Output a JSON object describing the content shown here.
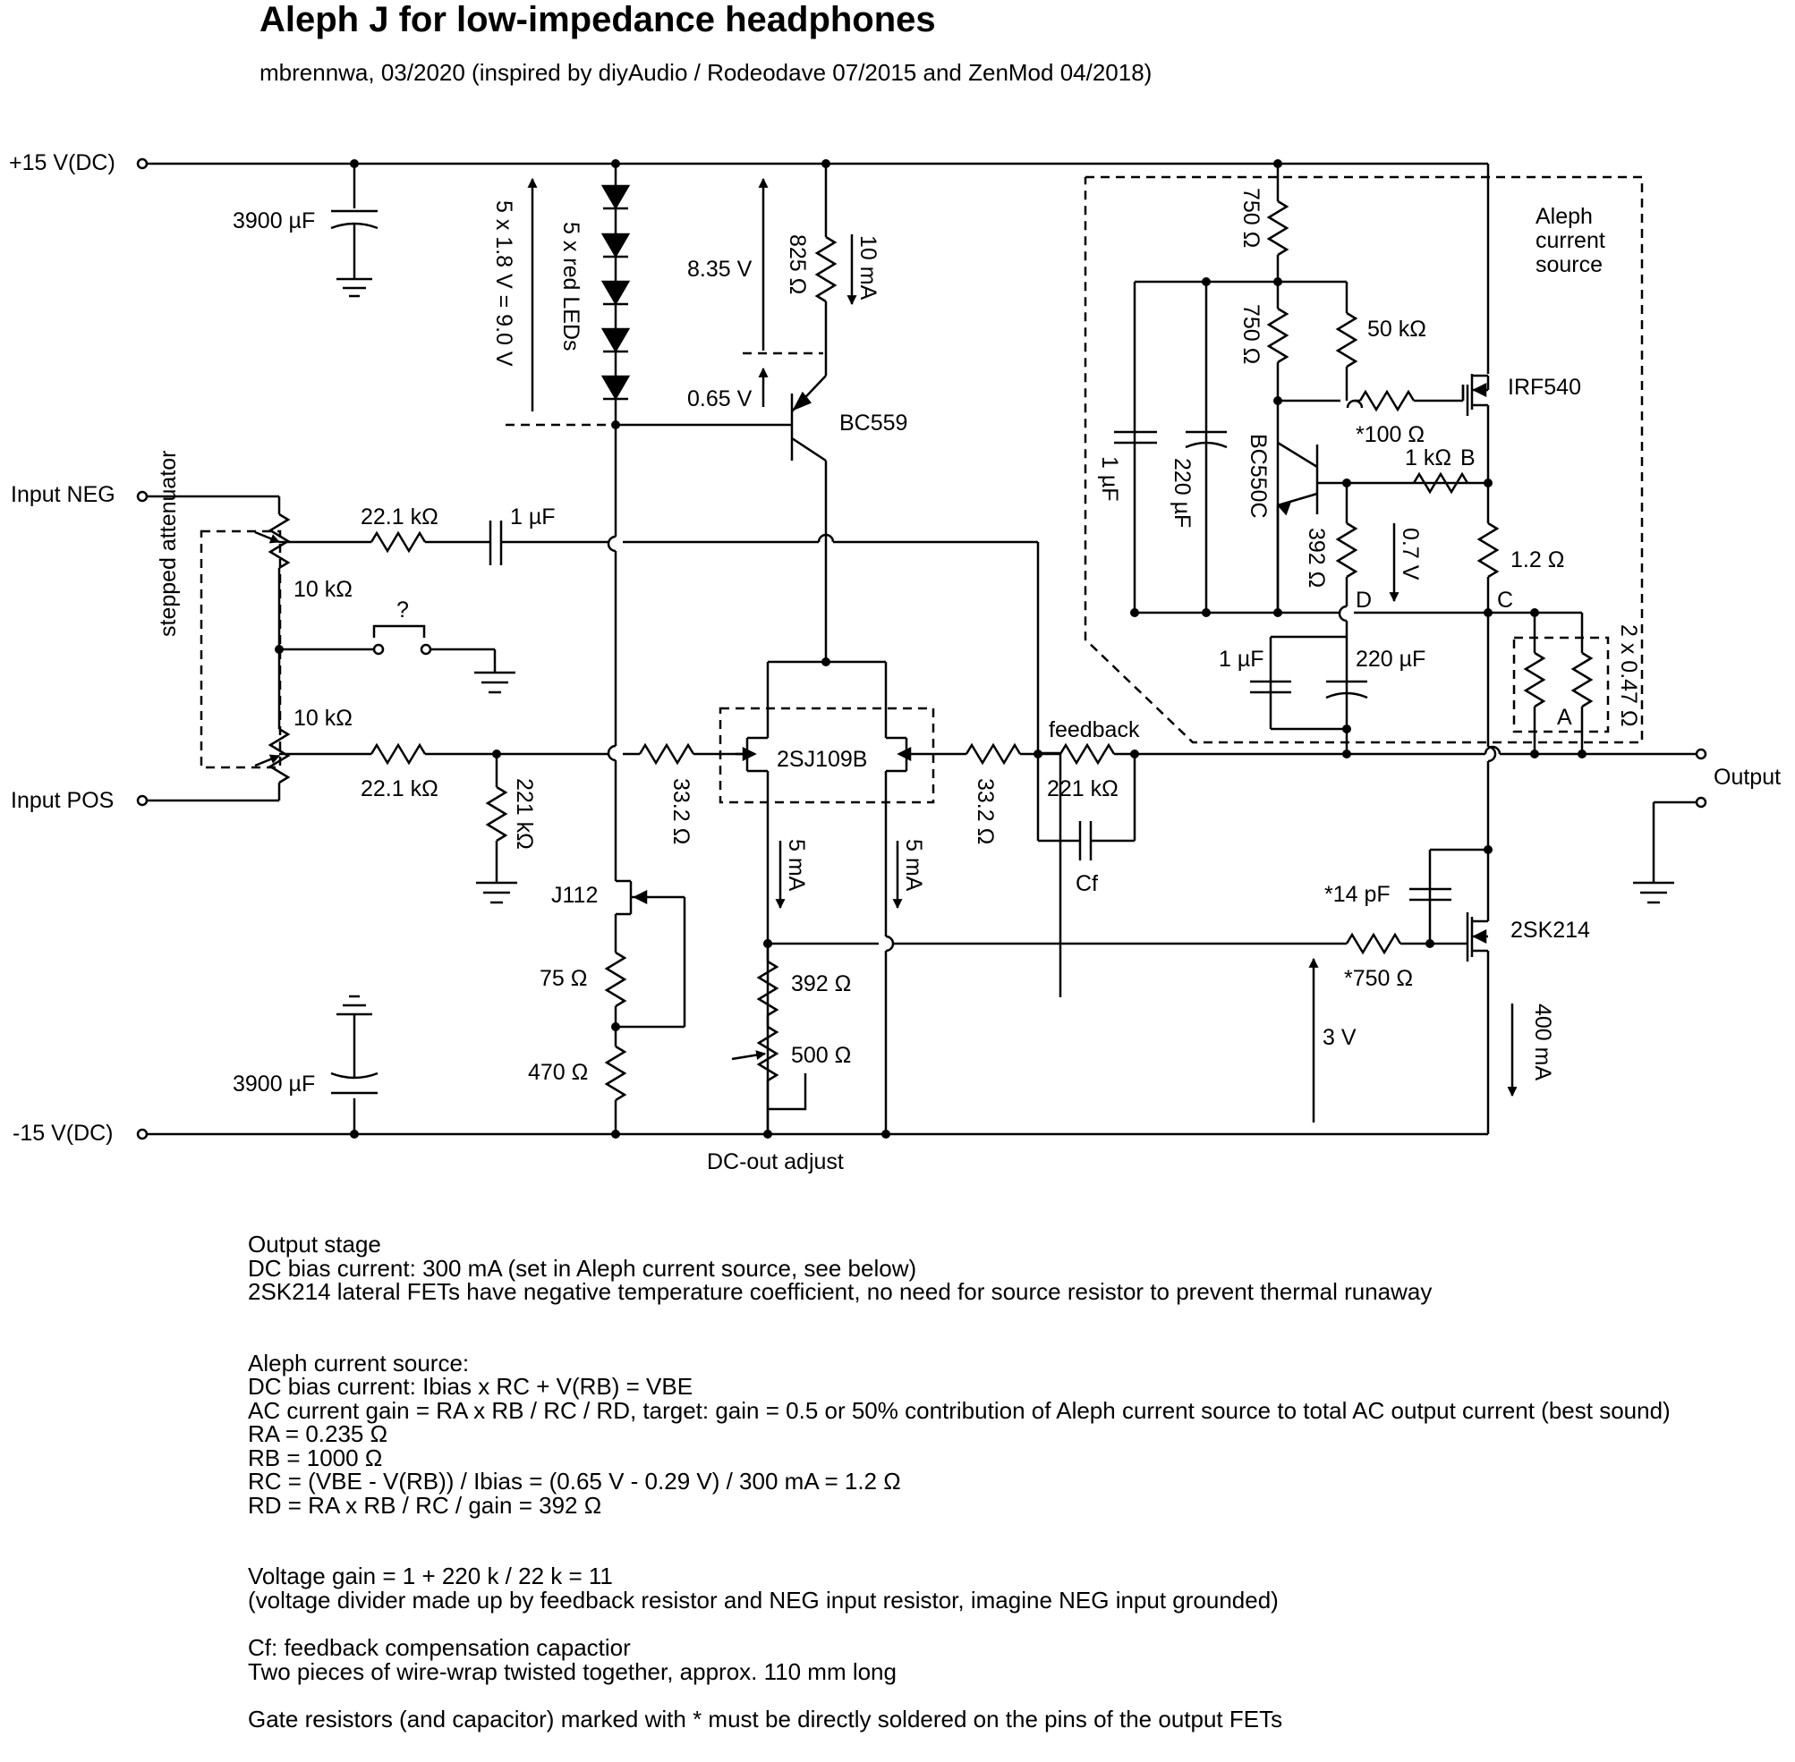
{
  "header": {
    "title": "Aleph J for low-impedance headphones",
    "subtitle": "mbrennwa, 03/2020 (inspired by diyAudio / Rodeodave 07/2015 and ZenMod 04/2018)"
  },
  "schematic": {
    "rails": {
      "positive": "+15 V(DC)",
      "negative": "-15 V(DC)"
    },
    "ports": {
      "input_neg": "Input NEG",
      "input_pos": "Input POS",
      "output": "Output"
    },
    "attenuator": {
      "label": "stepped attenuator",
      "pot_top": "10 kΩ",
      "pot_bottom": "10 kΩ",
      "switch": "?"
    },
    "supply": {
      "cap_top": "3900 µF",
      "cap_bottom": "3900 µF"
    },
    "led_string": {
      "label": "5 x red LEDs",
      "voltage": "5 x 1.8 V = 9.0 V"
    },
    "ccs_top": {
      "r825": "825 Ω",
      "current": "10 mA",
      "v_drop": "8.35 V",
      "vbe": "0.65 V",
      "transistor": "BC559"
    },
    "input": {
      "r_neg": "22.1 kΩ",
      "c_neg": "1 µF",
      "r_pos": "22.1 kΩ",
      "r_shunt": "221 kΩ"
    },
    "diff_pair": {
      "part": "2SJ109B",
      "r_gate_left": "33.2 Ω",
      "r_gate_right": "33.2 Ω",
      "i_left": "5 mA",
      "i_right": "5 mA"
    },
    "ccs_bottom": {
      "jfet": "J112",
      "r75": "75 Ω",
      "r470": "470 Ω"
    },
    "dc_adjust": {
      "r392": "392 Ω",
      "trim": "500 Ω",
      "label": "DC-out adjust"
    },
    "feedback": {
      "label": "feedback",
      "r": "221 kΩ",
      "cap": "Cf"
    },
    "aleph": {
      "label_1": "Aleph",
      "label_2": "current",
      "label_3": "source",
      "r750a": "750 Ω",
      "r750b": "750 Ω",
      "r50k": "50 kΩ",
      "c1": "1 µF",
      "c220": "220 µF",
      "transistor": "BC550C",
      "r100": "*100 Ω",
      "r1k": "1 kΩ",
      "node_b": "B",
      "r392": "392 Ω",
      "v07": "0.7 V",
      "node_d": "D",
      "r12": "1.2 Ω",
      "node_c": "C",
      "c1b": "1 µF",
      "c220b": "220 µF",
      "r_a": "2 x 0.47 Ω",
      "node_a": "A",
      "mosfet": "IRF540"
    },
    "output_stage": {
      "mosfet": "2SK214",
      "cap14": "*14 pF",
      "r750": "*750 Ω",
      "v3": "3 V",
      "current": "400 mA"
    }
  },
  "notes": {
    "output_stage": {
      "l1": "Output stage",
      "l2": "DC bias current: 300 mA (set in Aleph current source, see below)",
      "l3": "2SK214 lateral FETs have negative temperature coefficient, no need for source resistor to prevent thermal runaway"
    },
    "aleph": {
      "l1": "Aleph current source:",
      "l2": "DC bias current: Ibias x RC + V(RB) = VBE",
      "l3": "AC current gain = RA x RB / RC / RD, target: gain = 0.5 or 50% contribution of Aleph current source to total AC output current (best sound)",
      "l4": "RA = 0.235 Ω",
      "l5": "RB = 1000 Ω",
      "l6": "RC = (VBE - V(RB)) / Ibias = (0.65 V - 0.29 V) / 300 mA = 1.2 Ω",
      "l7": "RD = RA x RB / RC / gain = 392 Ω"
    },
    "gain": {
      "l1": "Voltage gain = 1 + 220 k / 22 k = 11",
      "l2": "(voltage divider made up by feedback resistor and NEG input resistor, imagine NEG input grounded)"
    },
    "cf": {
      "l1": "Cf: feedback compensation capactior",
      "l2": "Two pieces of wire-wrap twisted together, approx. 110 mm long"
    },
    "gate": {
      "l1": "Gate resistors (and capacitor) marked with * must be directly soldered on the pins of the output FETs"
    }
  }
}
